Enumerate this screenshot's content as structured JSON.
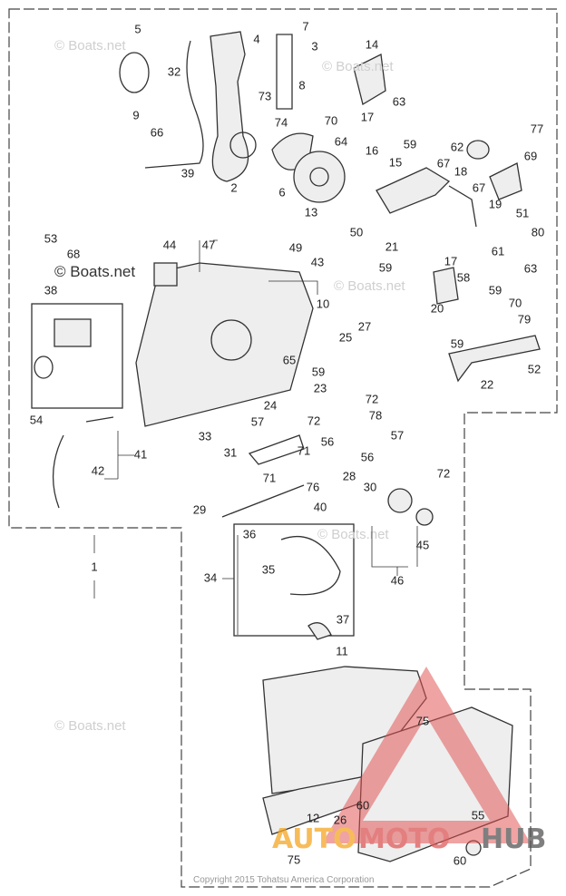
{
  "diagram": {
    "watermark": "© Boats.net",
    "copyright": "Copyright 2015 Tohatsu America Corporation",
    "logo": {
      "part1": "AUTO",
      "part2": "MOTO",
      "part3": "HUB",
      "colors": {
        "auto": "#f5a623",
        "moto": "#e05a5a",
        "hub": "#555555",
        "triangle": "#e05050"
      }
    },
    "labels": [
      "5",
      "4",
      "7",
      "3",
      "14",
      "32",
      "73",
      "8",
      "63",
      "9",
      "74",
      "70",
      "17",
      "59",
      "66",
      "64",
      "62",
      "77",
      "69",
      "16",
      "15",
      "67",
      "18",
      "39",
      "2",
      "6",
      "67",
      "19",
      "51",
      "13",
      "50",
      "80",
      "21",
      "61",
      "53",
      "44",
      "47",
      "49",
      "43",
      "68",
      "17",
      "63",
      "59",
      "58",
      "10",
      "38",
      "59",
      "70",
      "20",
      "79",
      "27",
      "59",
      "25",
      "52",
      "22",
      "65",
      "59",
      "23",
      "24",
      "72",
      "57",
      "72",
      "78",
      "54",
      "33",
      "56",
      "57",
      "41",
      "31",
      "71",
      "56",
      "42",
      "71",
      "28",
      "72",
      "30",
      "76",
      "29",
      "40",
      "45",
      "1",
      "36",
      "35",
      "34",
      "46",
      "37",
      "11",
      "75",
      "12",
      "60",
      "55",
      "26",
      "60",
      "75"
    ]
  }
}
